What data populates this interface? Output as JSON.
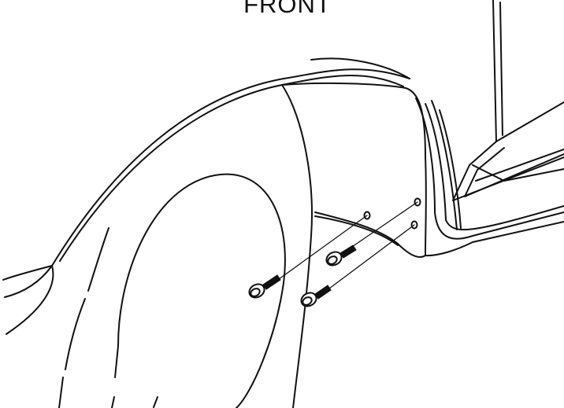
{
  "labels": {
    "front": "FRONT"
  },
  "parts": {
    "fasteners": [
      "screw",
      "screw",
      "screw"
    ],
    "holes": [
      "hole",
      "hole",
      "hole"
    ]
  },
  "colors": {
    "line": "#111111",
    "background": "#ffffff"
  }
}
